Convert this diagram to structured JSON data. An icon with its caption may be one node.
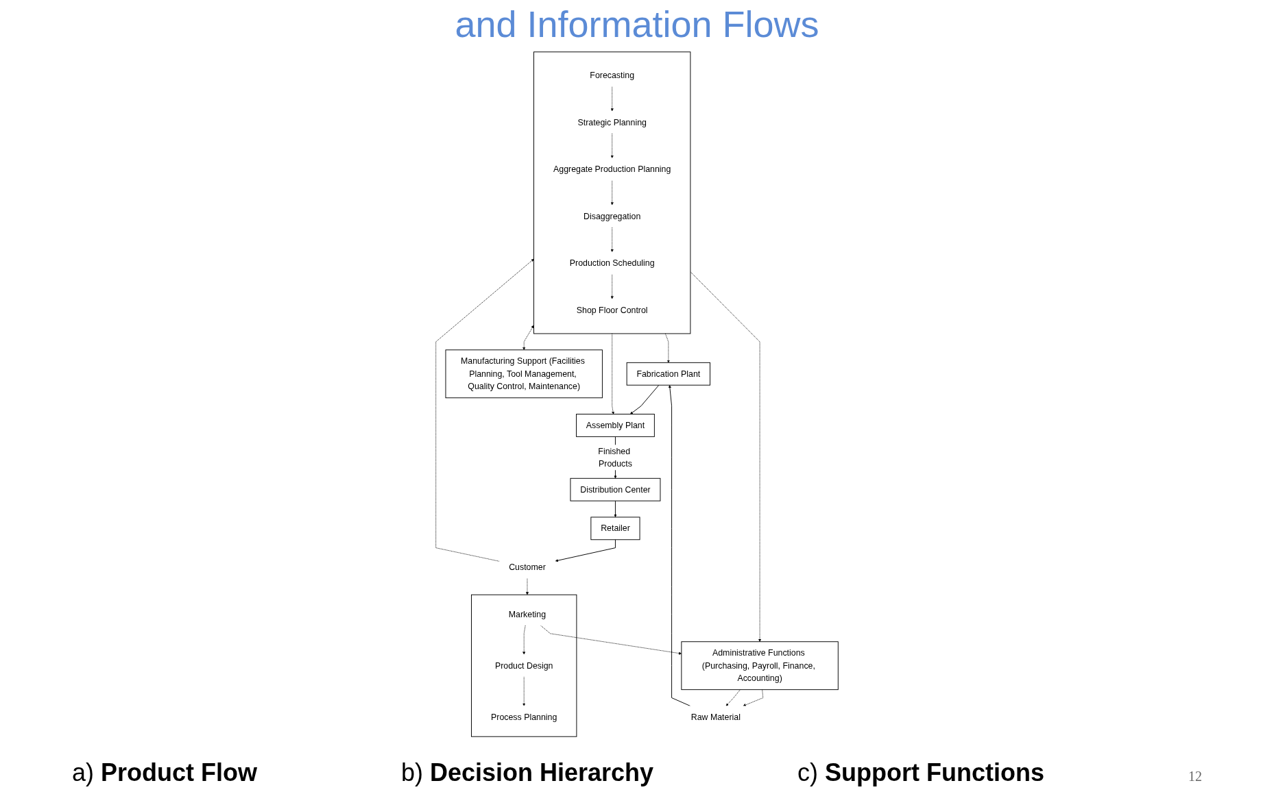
{
  "diagram": {
    "title": "and Information Flows",
    "nodes": [
      {
        "text": [
          "Raw Material"
        ]
      },
      {
        "text": [
          "Fabrication Plant"
        ]
      },
      {
        "text": [
          "Assembly Plant"
        ]
      },
      {
        "text": [
          "Distribution Center"
        ]
      },
      {
        "text": [
          "Retailer"
        ]
      },
      {
        "text": [
          "Customer"
        ]
      },
      {
        "text": [],
        "shape": "box"
      },
      {
        "text": [
          "Forecasting"
        ],
        "in": 6
      },
      {
        "text": [
          "Strategic Planning"
        ],
        "in": 6
      },
      {
        "text": [
          "Aggregate Production Planning"
        ],
        "in": 6
      },
      {
        "text": [
          "Disaggregation"
        ],
        "in": 6
      },
      {
        "text": [
          "Production Scheduling"
        ],
        "in": 6
      },
      {
        "text": [
          "Shop Floor Control"
        ],
        "in": 6
      },
      {
        "text": [
          "Administrative Functions (Purchasing, Payroll, Finance, Accounting)"
        ]
      },
      {
        "text": [],
        "shape": "box"
      },
      {
        "text": [
          "Marketing"
        ],
        "in": 14
      },
      {
        "text": [
          "Product Design"
        ],
        "in": 14
      },
      {
        "text": [
          "Process Planning"
        ],
        "in": 14
      },
      {
        "text": [
          "Manufacturing Support (Facilities Planning, Tool Management, Quality Control, Maintenance)"
        ]
      }
    ],
    "edges": [
      {
        "from": 0,
        "to": 1,
        "arrow": "to"
      },
      {
        "from": 1,
        "to": 2,
        "arrow": "to"
      },
      {
        "from": 2,
        "to": 3,
        "arrow": "to",
        "label": "Finished Products"
      },
      {
        "from": 3,
        "to": 4,
        "arrow": "to"
      },
      {
        "from": 4,
        "to": 5,
        "arrow": "to"
      },
      {
        "from": 6,
        "to": 1,
        "arrow": "to",
        "style": "dashed"
      },
      {
        "from": 6,
        "to": 2,
        "arrow": "to",
        "style": "dashed"
      },
      {
        "from": 5,
        "to": 6,
        "arrow": "to",
        "style": "dashed"
      },
      {
        "from": 7,
        "to": 8,
        "arrow": "to",
        "style": "dashed"
      },
      {
        "from": 8,
        "to": 9,
        "arrow": "to",
        "style": "dashed"
      },
      {
        "from": 9,
        "to": 10,
        "arrow": "to",
        "style": "dashed"
      },
      {
        "from": 10,
        "to": 11,
        "arrow": "to",
        "style": "dashed"
      },
      {
        "from": 11,
        "to": 12,
        "arrow": "to",
        "style": "dashed"
      },
      {
        "from": 6,
        "to": 13,
        "arrow": "to",
        "style": "dashed"
      },
      {
        "from": 13,
        "to": 0,
        "arrow": "to",
        "style": "dashed"
      },
      {
        "from": 13,
        "to": 0,
        "arrow": "to",
        "style": "dashed"
      },
      {
        "from": 15,
        "to": 13,
        "arrow": "to",
        "style": "dashed"
      },
      {
        "from": 15,
        "to": 16,
        "arrow": "to",
        "style": "dashed"
      },
      {
        "from": 16,
        "to": 17,
        "arrow": "to",
        "style": "dashed"
      },
      {
        "from": 5,
        "to": 14,
        "arrow": "to",
        "style": "dashed"
      },
      {
        "from": 6,
        "to": 18,
        "arrow": "both",
        "style": "dashed"
      }
    ],
    "labels": [
      "a) **Product Flow**",
      "b) **Decision Hierarchy**",
      "c) **Support Functions**",
      "12"
    ]
  }
}
